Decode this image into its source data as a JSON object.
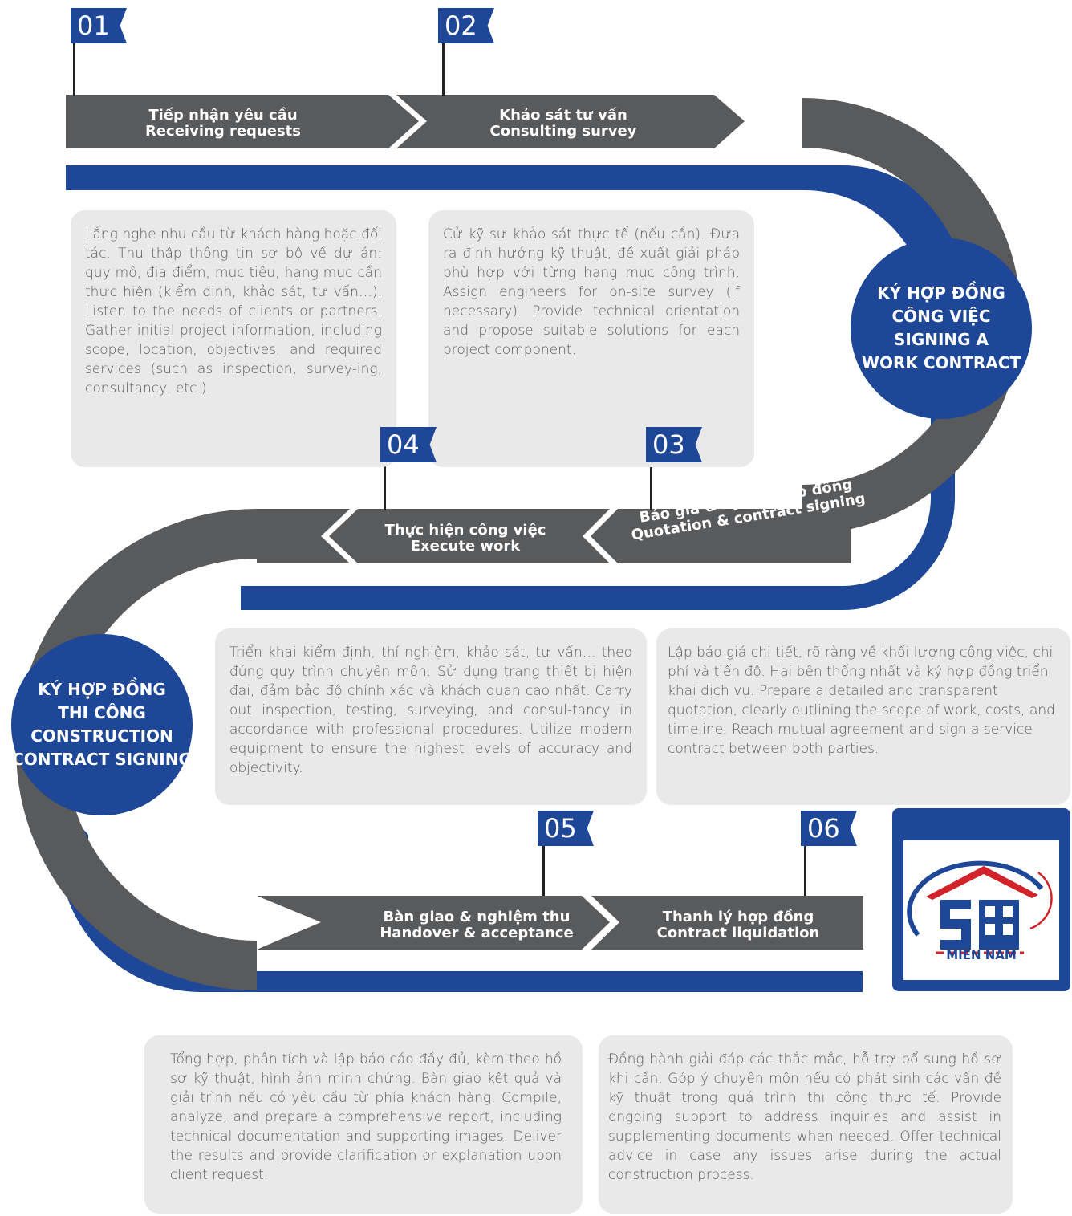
{
  "steps": [
    {
      "num": "01",
      "vi": "Tiếp nhận yêu cầu",
      "en": "Receiving requests"
    },
    {
      "num": "02",
      "vi": "Khảo sát tư vấn",
      "en": "Consulting survey"
    },
    {
      "num": "03",
      "vi": "Báo giá & ký kết hợp đồng",
      "en": "Quotation & contract signing"
    },
    {
      "num": "04",
      "vi": "Thực hiện công việc",
      "en": "Execute work"
    },
    {
      "num": "05",
      "vi": "Bàn giao & nghiệm thu",
      "en": "Handover & acceptance"
    },
    {
      "num": "06",
      "vi": "Thanh lý hợp đồng",
      "en": "Contract liquidation"
    }
  ],
  "circles": {
    "work_contract": {
      "l1": "KÝ HỢP ĐỒNG",
      "l2": "CÔNG VIỆC",
      "l3": "SIGNING A",
      "l4": "WORK CONTRACT"
    },
    "construction_contract": {
      "l1": "KÝ HỢP ĐỒNG",
      "l2": "THI CÔNG",
      "l3": "CONSTRUCTION",
      "l4": "CONTRACT SIGNING"
    }
  },
  "descriptions": {
    "receiving": "Lắng nghe nhu cầu từ khách hàng hoặc đối tác. Thu thập thông tin sơ bộ về dự án: quy mô, địa điểm, mục tiêu, hạng mục cần thực hiện (kiểm định, khảo sát, tư vấn…). Listen to the needs of clients or partners. Gather initial project information, including scope, location, objectives, and required services (such as inspection, survey-ing, consultancy, etc.).",
    "survey": "Cử kỹ sư khảo sát thực tế (nếu cần). Đưa ra định hướng kỹ thuật, đề xuất giải pháp phù hợp với từng hạng mục công trình. Assign engineers for on-site survey (if necessary). Provide technical orientation and propose suitable solutions for each project component.",
    "execute": "Triển khai kiểm định, thí nghiệm, khảo sát, tư vấn… theo đúng quy trình chuyên môn. Sử dụng trang thiết bị hiện đại, đảm bảo độ chính xác và khách quan cao nhất. Carry out inspection, testing, surveying, and consul-tancy in accordance with professional procedures. Utilize modern equipment to ensure the highest levels of accuracy and objectivity.",
    "quotation": "Lập báo giá chi tiết, rõ ràng về khối lượng công việc, chi phí và tiến độ. Hai bên thống nhất và ký hợp đồng triển khai dịch vụ. Prepare a detailed and transparent quotation, clearly outlining the scope of work, costs, and timeline. Reach mutual agreement and sign a service contract between both parties.",
    "handover": "Tổng hợp, phân tích và lập báo cáo đầy đủ, kèm theo hồ sơ kỹ thuật, hình ảnh minh chứng. Bàn giao kết quả và giải trình nếu có yêu cầu từ phía khách hàng. Compile, analyze, and prepare a comprehensive report, including technical documentation and supporting images. Deliver the results and provide clarification or explanation upon client request.",
    "liquidation": "Đồng hành giải đáp các thắc mắc, hỗ trợ bổ sung hồ sơ khi cần. Góp ý chuyên môn nếu có phát sinh các vấn đề kỹ thuật trong quá trình thi công thực tế. Provide ongoing support to address inquiries and assist in supplementing documents when needed. Offer technical advice in case any issues arise during the actual construction process."
  },
  "logo": {
    "text": "MIEN NAM"
  },
  "colors": {
    "blue": "#1f4797",
    "gray": "#595a5c",
    "box": "#e9e9e9"
  }
}
